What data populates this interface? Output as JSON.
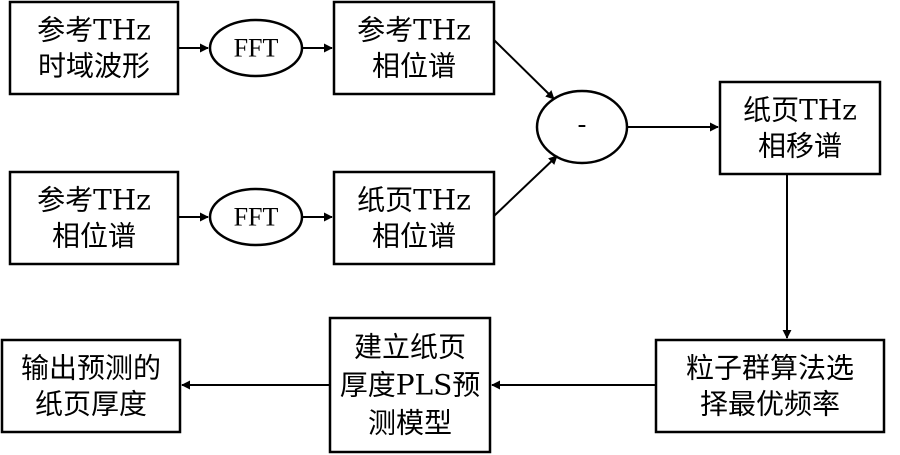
{
  "nodes": {
    "ref_time_waveform": [
      "参考THz",
      "时域波形"
    ],
    "fft_1": [
      "FFT"
    ],
    "ref_phase_top": [
      "参考THz",
      "相位谱"
    ],
    "ref_phase_bottom": [
      "参考THz",
      "相位谱"
    ],
    "fft_2": [
      "FFT"
    ],
    "paper_phase": [
      "纸页THz",
      "相位谱"
    ],
    "subtract": [
      "-"
    ],
    "paper_phase_shift": [
      "纸页THz",
      "相移谱"
    ],
    "pso_select": [
      "粒子群算法选",
      "择最优频率"
    ],
    "build_pls": [
      "建立纸页",
      "厚度PLS预",
      "测模型"
    ],
    "output": [
      "输出预测的",
      "纸页厚度"
    ]
  }
}
